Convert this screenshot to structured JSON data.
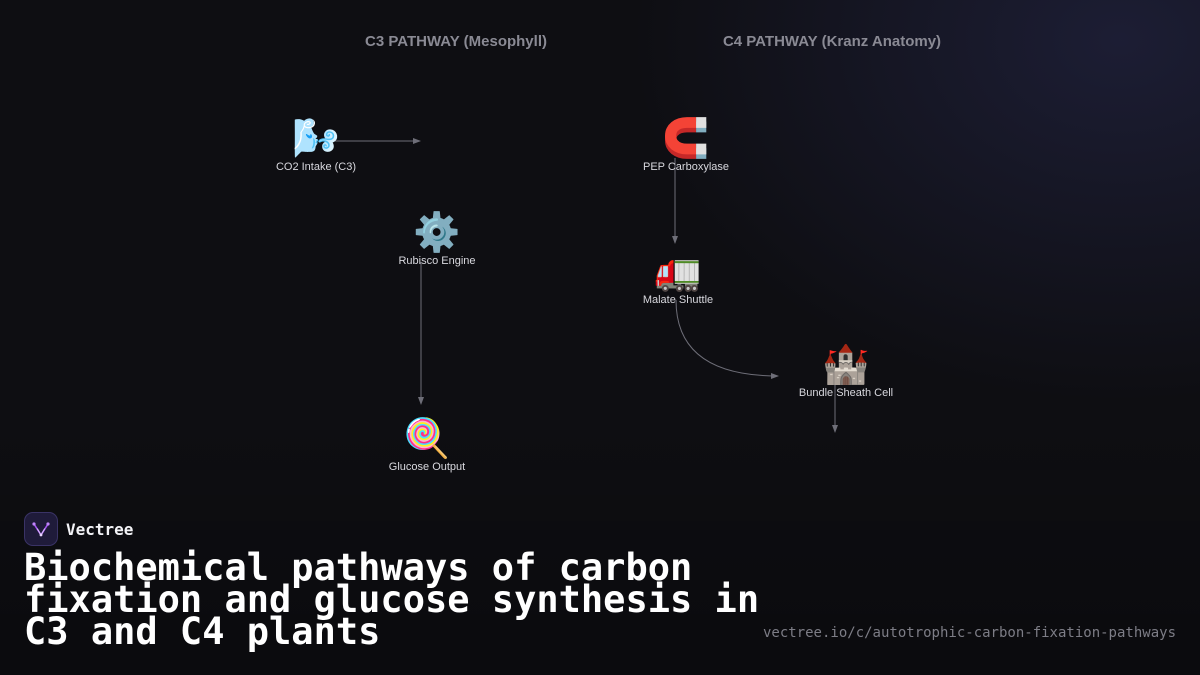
{
  "columns": {
    "c3_title": "C3 PATHWAY (Mesophyll)",
    "c4_title": "C4 PATHWAY (Kranz Anatomy)"
  },
  "nodes": {
    "co2_intake": {
      "icon": "🌬️",
      "icon_name": "wind-icon",
      "label": "CO2 Intake (C3)"
    },
    "rubisco": {
      "icon": "⚙️",
      "icon_name": "gear-icon",
      "label": "Rubisco Engine"
    },
    "glucose": {
      "icon": "🍭",
      "icon_name": "lollipop-icon",
      "label": "Glucose Output"
    },
    "pep": {
      "icon": "🧲",
      "icon_name": "magnet-icon",
      "label": "PEP Carboxylase"
    },
    "malate": {
      "icon": "🚛",
      "icon_name": "truck-icon",
      "label": "Malate Shuttle"
    },
    "bundle_sheath": {
      "icon": "🏰",
      "icon_name": "castle-icon",
      "label": "Bundle Sheath Cell"
    }
  },
  "brand": {
    "name": "Vectree"
  },
  "headline": "Biochemical pathways of carbon fixation and glucose synthesis in C3 and C4 plants",
  "url": "vectree.io/c/autotrophic-carbon-fixation-pathways",
  "colors": {
    "background": "#0e0e12",
    "edge": "#6e6e78",
    "title": "#8a8a94",
    "logo_accent": "#a855f7"
  }
}
